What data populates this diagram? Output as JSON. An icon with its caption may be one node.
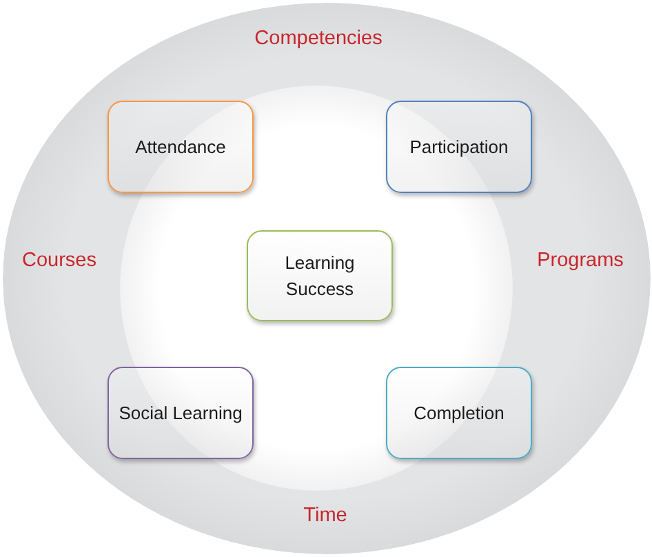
{
  "diagram": {
    "nodes": [
      {
        "text": [
          "Competencies",
          "Courses",
          "Programs",
          "Time"
        ]
      },
      {
        "text": [],
        "shape": "circle",
        "in": 0
      },
      {
        "text": [
          "Attendance"
        ],
        "in": 0
      },
      {
        "text": [
          "Participation"
        ],
        "in": 0
      },
      {
        "text": [
          "Learning Success"
        ],
        "in": 1
      },
      {
        "text": [
          "Social Learning"
        ],
        "in": 0
      },
      {
        "text": [
          "Completion"
        ],
        "in": 0
      }
    ]
  }
}
